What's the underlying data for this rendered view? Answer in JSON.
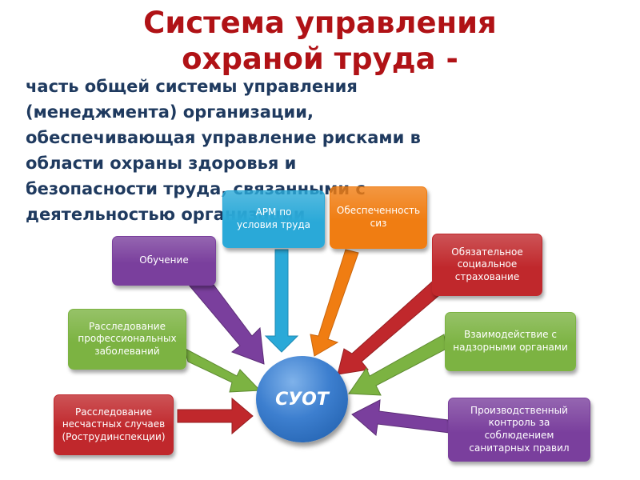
{
  "title": {
    "line1": "Система управления",
    "line2": "охраной труда -"
  },
  "body_lines": [
    "часть общей системы управления",
    "(менеджмента) организации,",
    "обеспечивающая управление рисками в",
    "области охраны здоровья и",
    "безопасности труда, связанными с",
    "деятельностью организации"
  ],
  "center": {
    "label": "СУОТ",
    "color": "#3d7fcf"
  },
  "boxes": [
    {
      "id": "obuchenie",
      "label": "Обучение",
      "color": "#7a3f9d"
    },
    {
      "id": "arm",
      "label": "АРМ по\nусловия труда",
      "color": "#2aa9d8"
    },
    {
      "id": "siz",
      "label": "Обеспеченность\nсиз",
      "color": "#f07d12"
    },
    {
      "id": "strahovanie",
      "label": "Обязательное\nсоциальное\nстрахование",
      "color": "#c0282c"
    },
    {
      "id": "rassl_prof",
      "label": "Расследование\nпрофессиональных\nзаболеваний",
      "color": "#7cb342"
    },
    {
      "id": "nadzor",
      "label": "Взаимодействие с\nнадзорными органами",
      "color": "#7cb342"
    },
    {
      "id": "rassl_nes",
      "label": "Расследование\nнесчастных случаев\n(Рострудинспекции)",
      "color": "#c0282c"
    },
    {
      "id": "prod_kontrol",
      "label": "Производственный\nконтроль за\nсоблюдением\nсанитарных правил",
      "color": "#7a3f9d"
    }
  ]
}
